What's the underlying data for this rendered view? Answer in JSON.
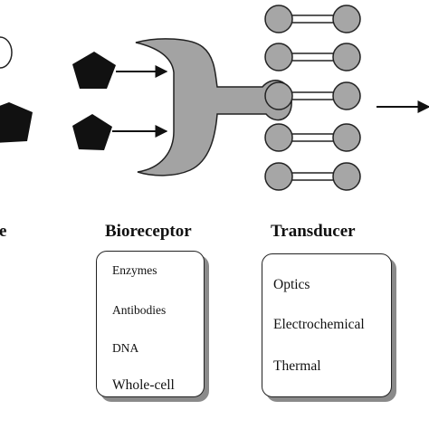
{
  "labels": {
    "analyte_partial": "e",
    "bioreceptor": "Bioreceptor",
    "transducer": "Transducer"
  },
  "bioreceptor_list": [
    "Enzymes",
    "Antibodies",
    "DNA",
    "Whole-cell"
  ],
  "transducer_list": [
    "Optics",
    "Electrochemical",
    "Thermal"
  ],
  "colors": {
    "analyte_fill": "#111111",
    "bioreceptor_fill": "#a3a3a3",
    "transducer_fill": "#a6a6a6",
    "outline": "#222222",
    "box_shadow": "#8a8a8a"
  }
}
